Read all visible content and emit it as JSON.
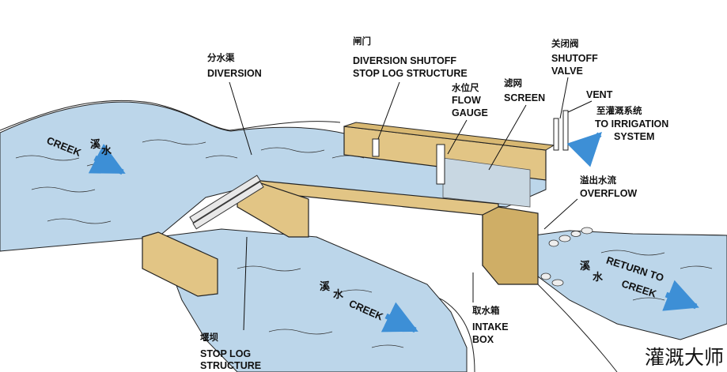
{
  "labels": {
    "diversion_cn": "分水渠",
    "diversion": "DIVERSION",
    "gate_cn": "闸门",
    "diversion_shutoff_1": "DIVERSION SHUTOFF",
    "diversion_shutoff_2": "STOP LOG STRUCTURE",
    "gauge_cn": "水位尺",
    "flow_gauge_1": "FLOW",
    "flow_gauge_2": "GAUGE",
    "screen_cn": "滤网",
    "screen": "SCREEN",
    "valve_cn": "关闭阀",
    "shutoff_valve_1": "SHUTOFF",
    "shutoff_valve_2": "VALVE",
    "vent": "VENT",
    "irrigation_cn": "至灌溉系统",
    "irrigation_1": "TO IRRIGATION",
    "irrigation_2": "SYSTEM",
    "overflow_cn": "溢出水流",
    "overflow": "OVERFLOW",
    "intake_cn": "取水箱",
    "intake_1": "INTAKE",
    "intake_2": "BOX",
    "stoplog_cn": "堰坝",
    "stoplog_1": "STOP LOG",
    "stoplog_2": "STRUCTURE"
  },
  "creek": {
    "label": "CREEK",
    "cn_1": "溪",
    "cn_2": "水",
    "return_label_1": "RETURN TO",
    "return_label_2": "CREEK"
  },
  "watermark": "灌溉大师",
  "colors": {
    "water": "#bcd6ea",
    "wood": "#e2c585",
    "wood_side": "#cfae66",
    "arrow": "#3d8fd6",
    "ink": "#111111"
  }
}
